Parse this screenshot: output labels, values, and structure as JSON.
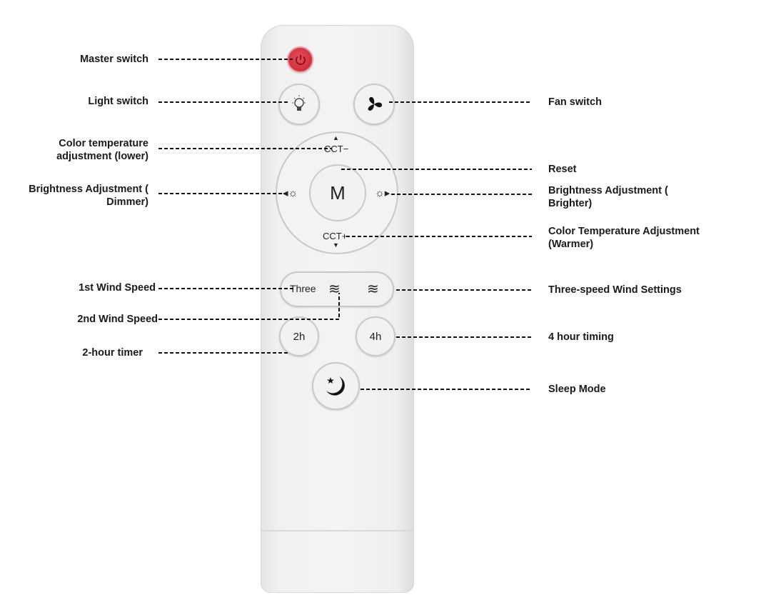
{
  "remote": {
    "m_label": "M",
    "cct_minus": "CCT−",
    "cct_plus": "CCT+",
    "three_label": "Three",
    "timer_2h": "2h",
    "timer_4h": "4h"
  },
  "labels_left": {
    "master_switch": "Master switch",
    "light_switch": "Light switch",
    "cct_lower_1": "Color temperature",
    "cct_lower_2": "adjustment (lower)",
    "dimmer_1": "Brightness Adjustment (",
    "dimmer_2": "Dimmer)",
    "wind_1st": "1st Wind Speed",
    "wind_2nd": "2nd Wind Speed",
    "timer_2h": "2-hour timer"
  },
  "labels_right": {
    "fan_switch": "Fan switch",
    "reset": "Reset",
    "brighter_1": "Brightness Adjustment (",
    "brighter_2": "Brighter)",
    "warmer_1": "Color Temperature Adjustment",
    "warmer_2": "(Warmer)",
    "wind_three": "Three-speed Wind Settings",
    "timer_4h": "4 hour timing",
    "sleep": "Sleep Mode"
  },
  "colors": {
    "power": "#c7202e",
    "body": "#f2f2f2",
    "text": "#1a1a1a"
  }
}
